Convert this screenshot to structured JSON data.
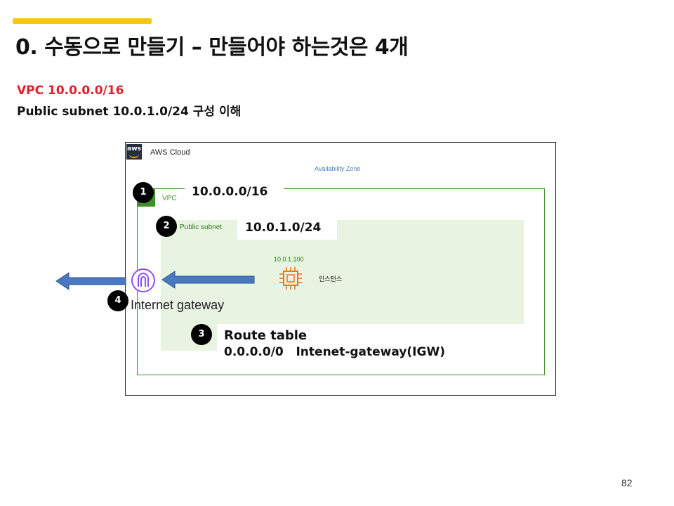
{
  "slide": {
    "title": "0. 수동으로 만들기 – 만들어야 하는것은 4개",
    "subtitle_vpc": "VPC 10.0.0.0/16",
    "subtitle_subnet": "Public subnet 10.0.1.0/24 구성 이해",
    "page_number": "82",
    "accent_color": "#f5c518",
    "vpc_text_color": "#e0202a"
  },
  "diagram": {
    "cloud_label": "AWS Cloud",
    "aws_logo_text": "aws",
    "availability_zone_label": "Availability Zone",
    "vpc": {
      "label": "VPC",
      "cidr": "10.0.0.0/16",
      "color": "#3f8f28"
    },
    "subnet": {
      "label": "Public subnet",
      "cidr": "10.0.1.0/24",
      "fill": "#e8f3e2"
    },
    "instance": {
      "ip": "10.0.1.100",
      "label": "인스턴스",
      "icon": "ec2-chip-icon",
      "color": "#e07b1a"
    },
    "internet_gateway": {
      "label": "Internet gateway",
      "icon": "internet-gateway-icon",
      "color": "#8c4fff"
    },
    "route_table": {
      "title": "Route table",
      "entry": "0.0.0.0/0   Intenet-gateway(IGW)"
    },
    "badges": [
      "1",
      "2",
      "3",
      "4"
    ],
    "arrow_color": "#4a78c2"
  }
}
